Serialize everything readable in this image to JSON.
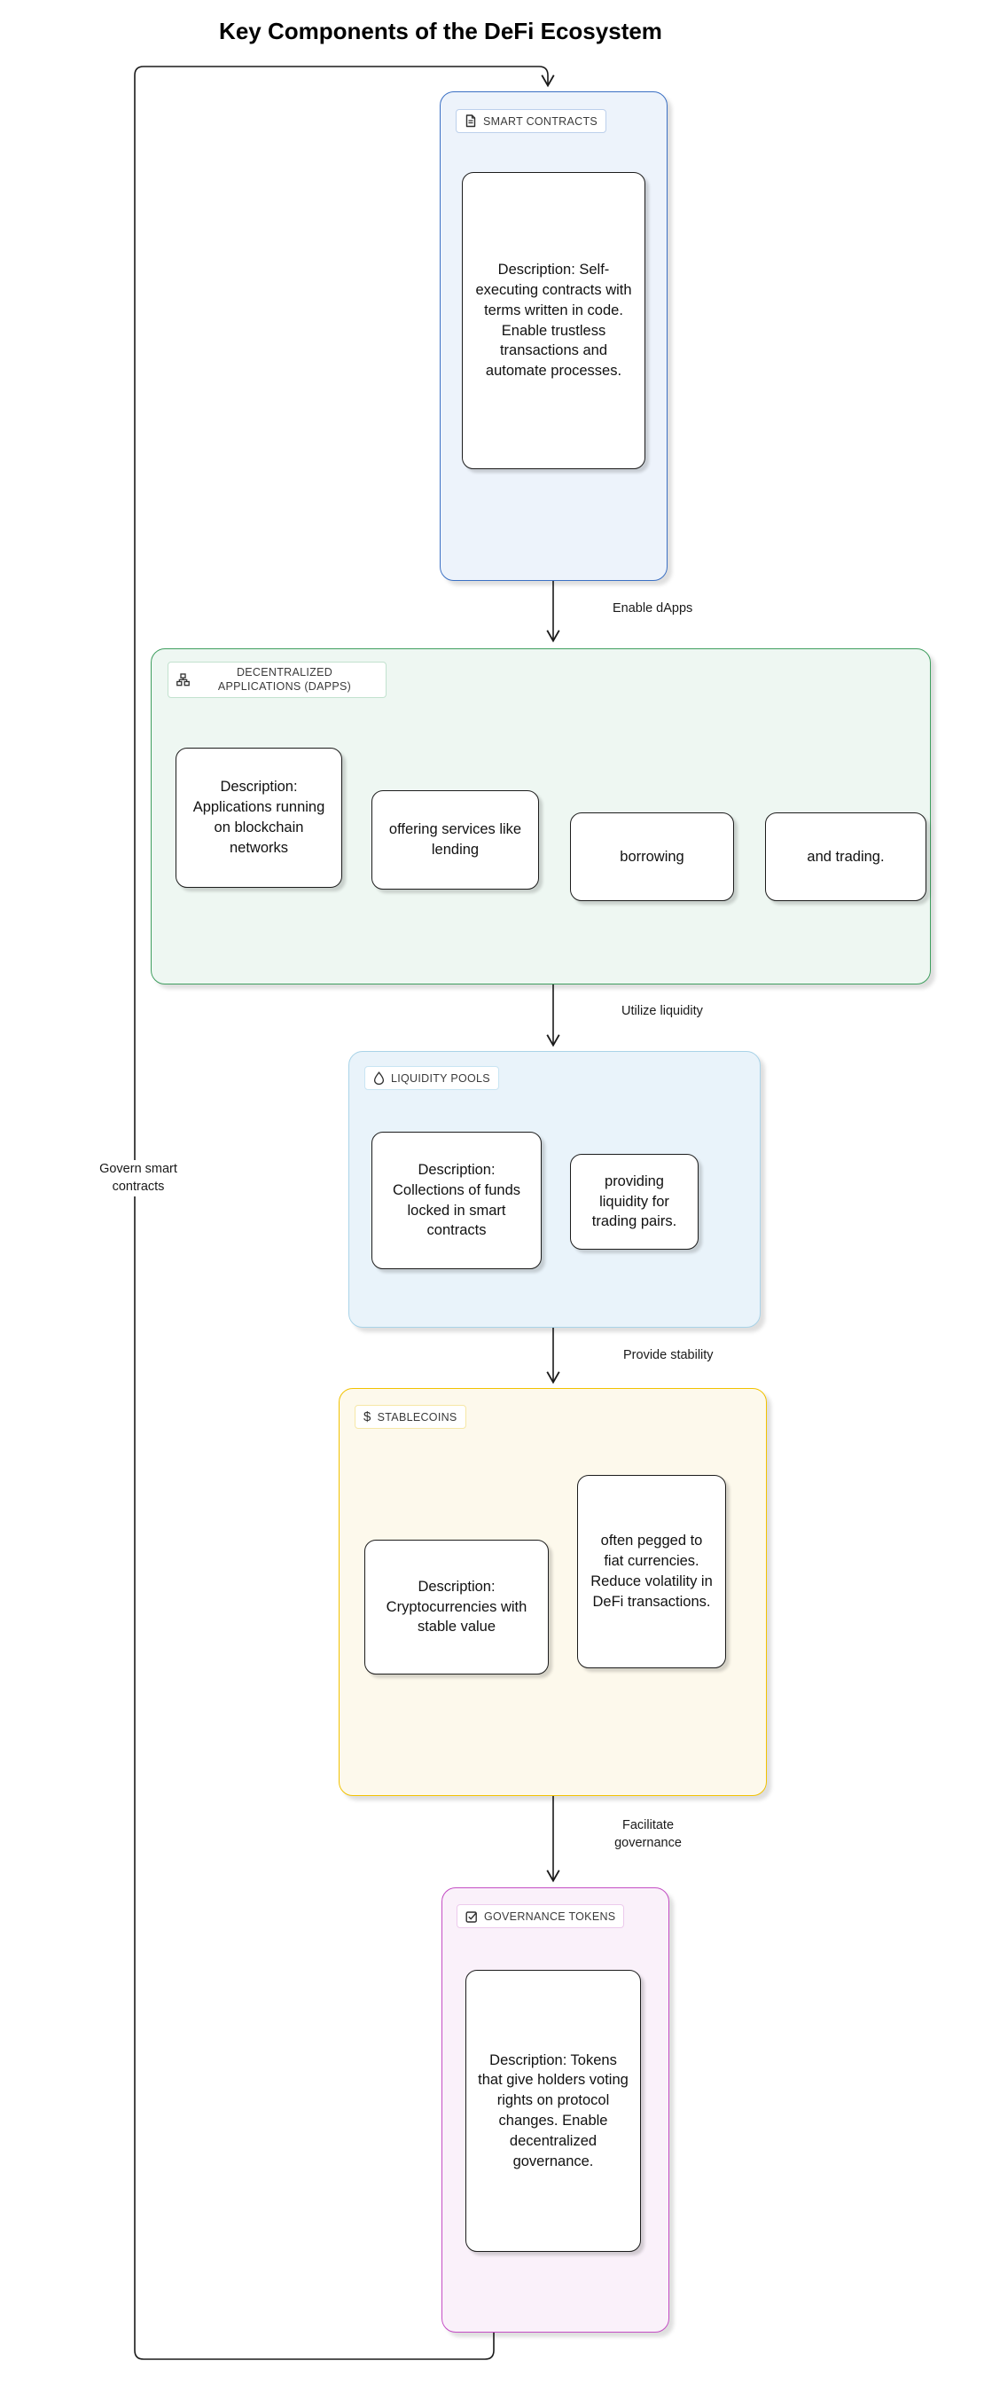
{
  "title": "Key Components of the DeFi Ecosystem",
  "edges": {
    "enable_dapps": "Enable dApps",
    "utilize_liquidity": "Utilize liquidity",
    "provide_stability": "Provide stability",
    "facilitate_governance": "Facilitate governance",
    "govern_smart_contracts": "Govern smart contracts"
  },
  "edge_color": "#1a1a1a",
  "containers": [
    {
      "id": "smart-contracts",
      "label": "SMART CONTRACTS",
      "icon": "document-icon",
      "accent": "#3b70c4",
      "fill": "#edf3fb",
      "badge_border": "#bcd0ec",
      "nodes": [
        "Description: Self-executing contracts with terms written in code. Enable trustless transactions and automate processes."
      ]
    },
    {
      "id": "dapps",
      "label": "DECENTRALIZED APPLICATIONS (DAPPS)",
      "icon": "sitemap-icon",
      "accent": "#3f9e5f",
      "fill": "#eef7f2",
      "badge_border": "#c2e2cf",
      "nodes": [
        "Description: Applications running on blockchain networks",
        "offering services like lending",
        "borrowing",
        "and trading."
      ]
    },
    {
      "id": "liquidity-pools",
      "label": "LIQUIDITY POOLS",
      "icon": "droplet-icon",
      "accent": "#a9d3e8",
      "fill": "#e9f3fa",
      "badge_border": "#c9e5f3",
      "nodes": [
        "Description: Collections of funds locked in smart contracts",
        "providing liquidity for trading pairs."
      ]
    },
    {
      "id": "stablecoins",
      "label": "STABLECOINS",
      "icon": "dollar-icon",
      "accent": "#f2c200",
      "fill": "#fdf9ec",
      "badge_border": "#f6e7a6",
      "nodes": [
        "Description: Cryptocurrencies with stable value",
        "often pegged to fiat currencies. Reduce volatility in DeFi transactions."
      ]
    },
    {
      "id": "governance-tokens",
      "label": "GOVERNANCE TOKENS",
      "icon": "checkbox-icon",
      "accent": "#c44ec4",
      "fill": "#faf1fa",
      "badge_border": "#eccaec",
      "nodes": [
        "Description: Tokens that give holders voting rights on protocol changes. Enable decentralized governance."
      ]
    }
  ]
}
